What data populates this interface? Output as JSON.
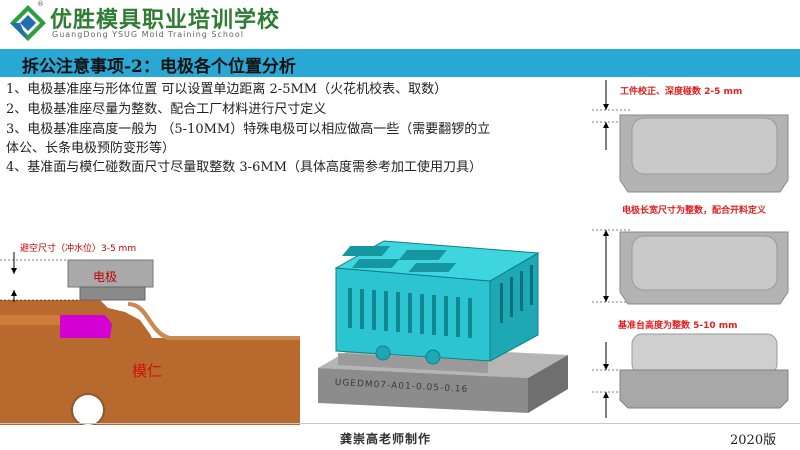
{
  "header": {
    "logo_title": "优胜模具职业培训学校",
    "logo_subtitle": "GuangDong YSUG Mold Training School",
    "reg_mark": "®",
    "title": "拆公注意事项-2：电极各个位置分析"
  },
  "notes": [
    "1、电极基准座与形体位置    可以设置单边距离 2-5MM（火花机校表、取数）",
    "2、电极基准座尽量为整数、配合工厂材料进行尺寸定义",
    "3、电极基准座高度一般为  （5-10MM）特殊电极可以相应做高一些（需要翻锣的立",
    "体公、长条电极预防变形等）",
    "4、基准面与模仁碰数面尺寸尽量取整数 3-6MM（具体高度需参考加工使用刀具）"
  ],
  "left_diagram": {
    "clearance_label": "避空尺寸（冲水位）3-5 mm",
    "electrode_label": "电极",
    "core_label": "模仁",
    "colors": {
      "core": "#b86a2e",
      "electrode_gray": "#a9a9a9",
      "magenta": "#d400d4"
    }
  },
  "center_model": {
    "engraving": "UGEDM07-A01-0.05-0.16",
    "colors": {
      "body": "#2bc4d0",
      "base": "#8c8c8c"
    }
  },
  "right_diagrams": {
    "label_top": "工件校正、深度碰数 2-5 mm",
    "label_middle": "电极长宽尺寸为整数，配合开料定义",
    "label_bottom": "基准台高度为整数 5-10 mm"
  },
  "footer": {
    "author": "龚崇高老师制作",
    "year": "2020版"
  }
}
